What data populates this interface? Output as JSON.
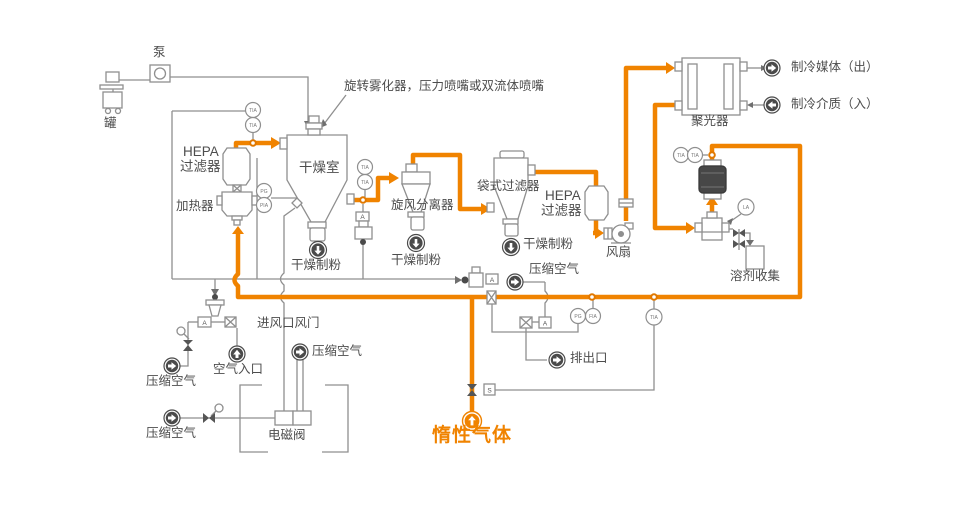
{
  "colors": {
    "accent": "#F08300",
    "pipe": "#8F8F8F",
    "icon": "#4A4A4A",
    "text": "#4D4D4D"
  },
  "labels": {
    "pump": "泵",
    "tank": "罐",
    "hepa": "HEPA",
    "filter": "过滤器",
    "heater": "加热器",
    "chamber": "干燥室",
    "atomizer_note": "旋转雾化器，压力喷嘴或双流体喷嘴",
    "cyclone": "旋风分离器",
    "dry_powder": "干燥制粉",
    "bag_filter": "袋式过滤器",
    "fan": "风扇",
    "condenser": "聚光器",
    "coolant_out": "制冷媒体（出）",
    "coolant_in": "制冷介质（入）",
    "solvent_collect": "溶剂收集",
    "compressed_air": "压缩空气",
    "air_inlet": "空气入口",
    "inlet_damper": "进风口风门",
    "solenoid_valve": "电磁阀",
    "discharge": "排出口",
    "inert_gas": "惰性气体"
  },
  "instruments": {
    "i1": "TIA",
    "i2": "TIA",
    "i3": "PG",
    "i4": "PIA",
    "i5": "TIA",
    "i6": "TIA",
    "i7": "TIA",
    "i8": "TIA",
    "i9": "LA",
    "i10": "PG",
    "i11": "FIA",
    "i12": "TIA",
    "box_a": "A",
    "box_s": "S"
  }
}
